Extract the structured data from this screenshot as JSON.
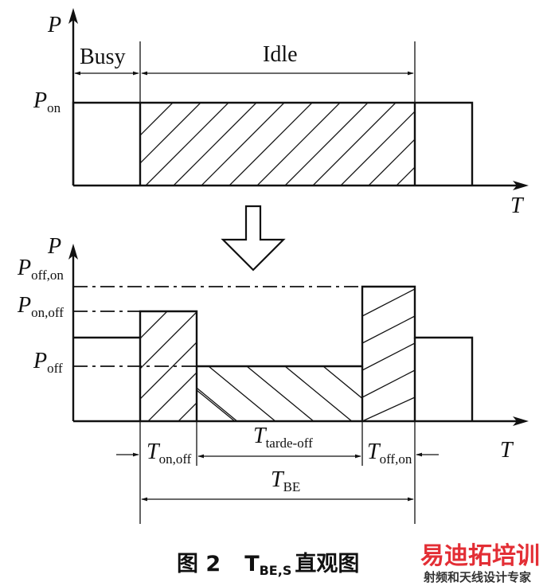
{
  "top": {
    "y_axis": "P",
    "x_axis": "T",
    "p_level": {
      "main": "P",
      "sub": "on"
    },
    "phase_busy": "Busy",
    "phase_idle": "Idle"
  },
  "bottom": {
    "y_axis": "P",
    "x_axis": "T",
    "p_off_on": {
      "main": "P",
      "sub": "off,on"
    },
    "p_on_off": {
      "main": "P",
      "sub": "on,off"
    },
    "p_off": {
      "main": "P",
      "sub": "off"
    },
    "t_on_off": {
      "main": "T",
      "sub": "on,off"
    },
    "t_tarde_off": {
      "main": "T",
      "sub": "tarde-off"
    },
    "t_off_on": {
      "main": "T",
      "sub": "off,on"
    },
    "t_be": {
      "main": "T",
      "sub": "BE"
    }
  },
  "caption": {
    "figure": "图 2",
    "symbol_main": "T",
    "symbol_sub": "BE,S",
    "title": "直观图"
  },
  "watermark": {
    "brand": "易迪拓培训",
    "tagline": "射频和天线设计专家",
    "brand_color": "#e11d24"
  }
}
